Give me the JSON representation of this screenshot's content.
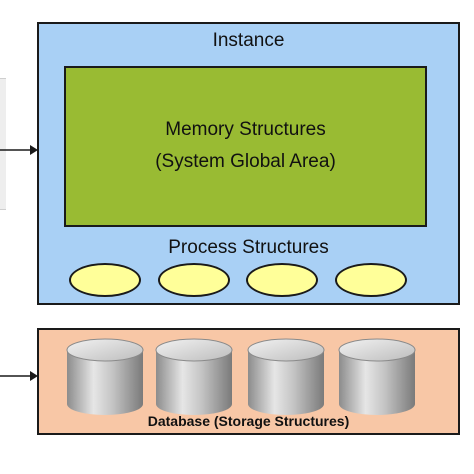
{
  "instance": {
    "title": "Instance",
    "memory": {
      "line1": "Memory Structures",
      "line2": "(System Global Area)"
    },
    "process_title": "Process Structures",
    "process_count": 4
  },
  "database": {
    "label": "Database (Storage Structures)",
    "disk_count": 4
  },
  "colors": {
    "instance_fill": "#a9d0f5",
    "memory_fill": "#99bb33",
    "process_fill": "#ffff99",
    "database_fill": "#f8c7a6",
    "outline": "#1a1a1a"
  }
}
